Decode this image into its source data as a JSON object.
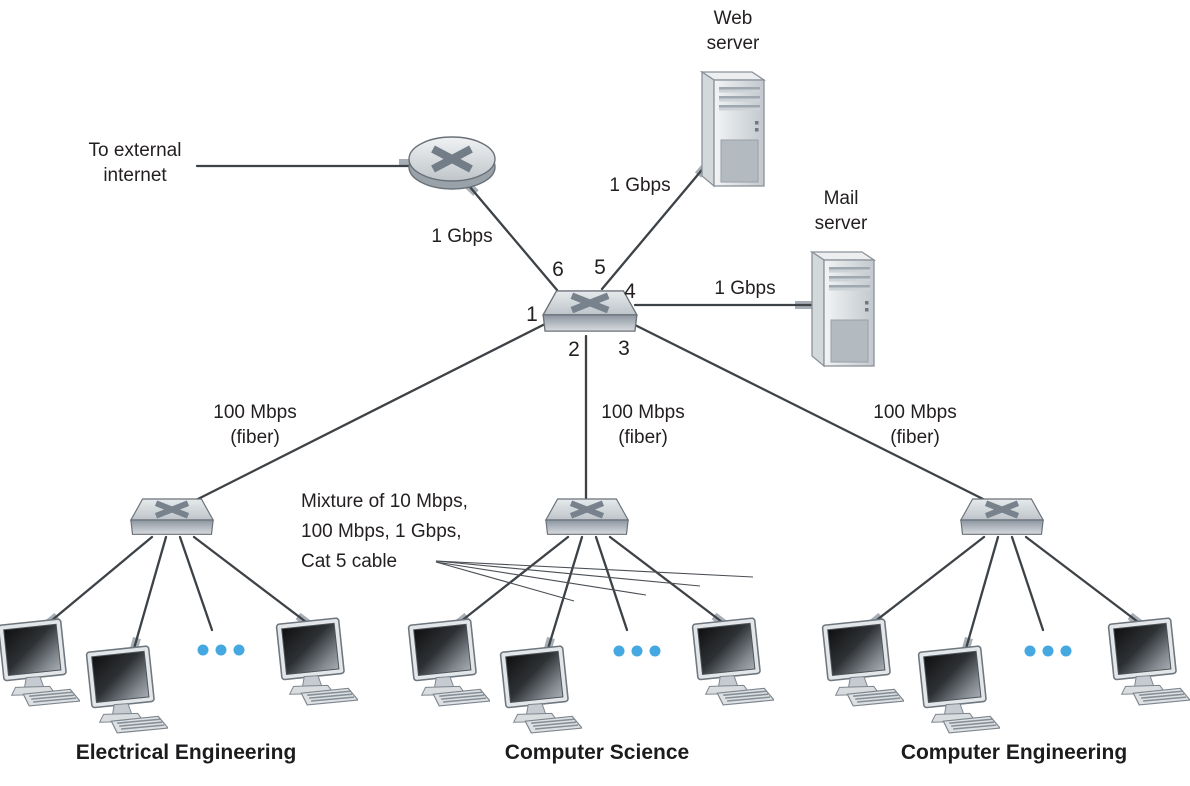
{
  "figure": {
    "kind": "campus-network-topology"
  },
  "colors": {
    "ellipsis_dots": "#45a8e1",
    "cable": "#3d4247",
    "text": "#231f20",
    "device_fill": "#d6dadd"
  },
  "links": {
    "external": {
      "label": "To external\ninternet"
    },
    "router_to_core": {
      "label": "1 Gbps"
    },
    "core_to_web": {
      "label": "1 Gbps"
    },
    "core_to_mail": {
      "label": "1 Gbps"
    },
    "core_to_electrical": {
      "label": "100 Mbps\n(fiber)"
    },
    "core_to_cs": {
      "label": "100 Mbps\n(fiber)"
    },
    "core_to_ce": {
      "label": "100 Mbps\n(fiber)"
    }
  },
  "nodes": {
    "web_server": {
      "label": "Web\nserver"
    },
    "mail_server": {
      "label": "Mail\nserver"
    }
  },
  "core_switch": {
    "ports": {
      "p1": "1",
      "p2": "2",
      "p3": "3",
      "p4": "4",
      "p5": "5",
      "p6": "6"
    }
  },
  "annotation": {
    "text": "Mixture of 10 Mbps,\n100 Mbps, 1 Gbps,\nCat 5 cable"
  },
  "departments": {
    "electrical": {
      "label": "Electrical Engineering"
    },
    "cs": {
      "label": "Computer Science"
    },
    "ce": {
      "label": "Computer Engineering"
    }
  }
}
